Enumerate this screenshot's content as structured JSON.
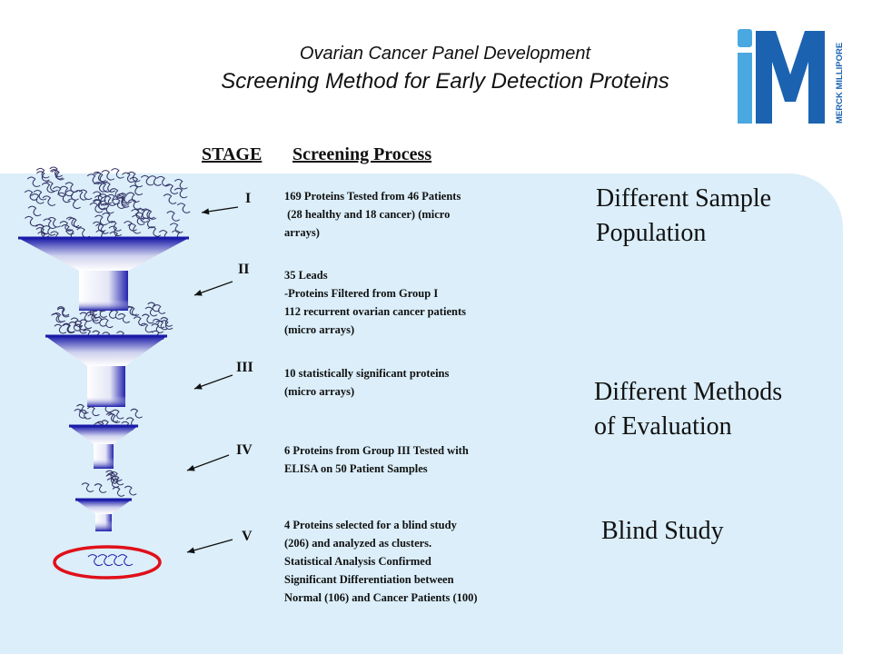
{
  "title": {
    "line1": "Ovarian Cancer Panel Development",
    "line2": "Screening Method for Early Detection Proteins"
  },
  "logo": {
    "wordmark": "MERCK MILLIPORE",
    "colors": {
      "blue": "#1b63b0",
      "light_blue": "#4aa8e0"
    }
  },
  "headers": {
    "stage": "STAGE",
    "process": "Screening Process"
  },
  "stages": [
    {
      "numeral": "I",
      "lines": [
        "169 Proteins Tested from 46 Patients",
        " (28 healthy and 18 cancer) (micro",
        "arrays)"
      ]
    },
    {
      "numeral": "II",
      "lines": [
        "35 Leads",
        "-Proteins Filtered from Group I",
        "112 recurrent ovarian cancer patients",
        "(micro arrays)"
      ]
    },
    {
      "numeral": "III",
      "lines": [
        "10 statistically significant proteins",
        "(micro arrays)"
      ]
    },
    {
      "numeral": "IV",
      "lines": [
        "6 Proteins from Group III Tested with",
        "ELISA on 50 Patient Samples"
      ]
    },
    {
      "numeral": "V",
      "lines": [
        "4 Proteins selected for a blind study",
        "(206) and analyzed as clusters.",
        "Statistical Analysis Confirmed",
        "Significant Differentiation between",
        "Normal (106) and Cancer Patients (100)"
      ]
    }
  ],
  "categories": [
    {
      "lines": [
        "Different Sample",
        "Population"
      ]
    },
    {
      "lines": [
        "Different Methods",
        "of Evaluation"
      ]
    },
    {
      "lines": [
        "Blind Study"
      ]
    }
  ],
  "colors": {
    "panel": "#dbeef9",
    "funnel": "#1a1aa8",
    "highlight_ring": "#e0101a",
    "protein": "#1a1aa8"
  }
}
